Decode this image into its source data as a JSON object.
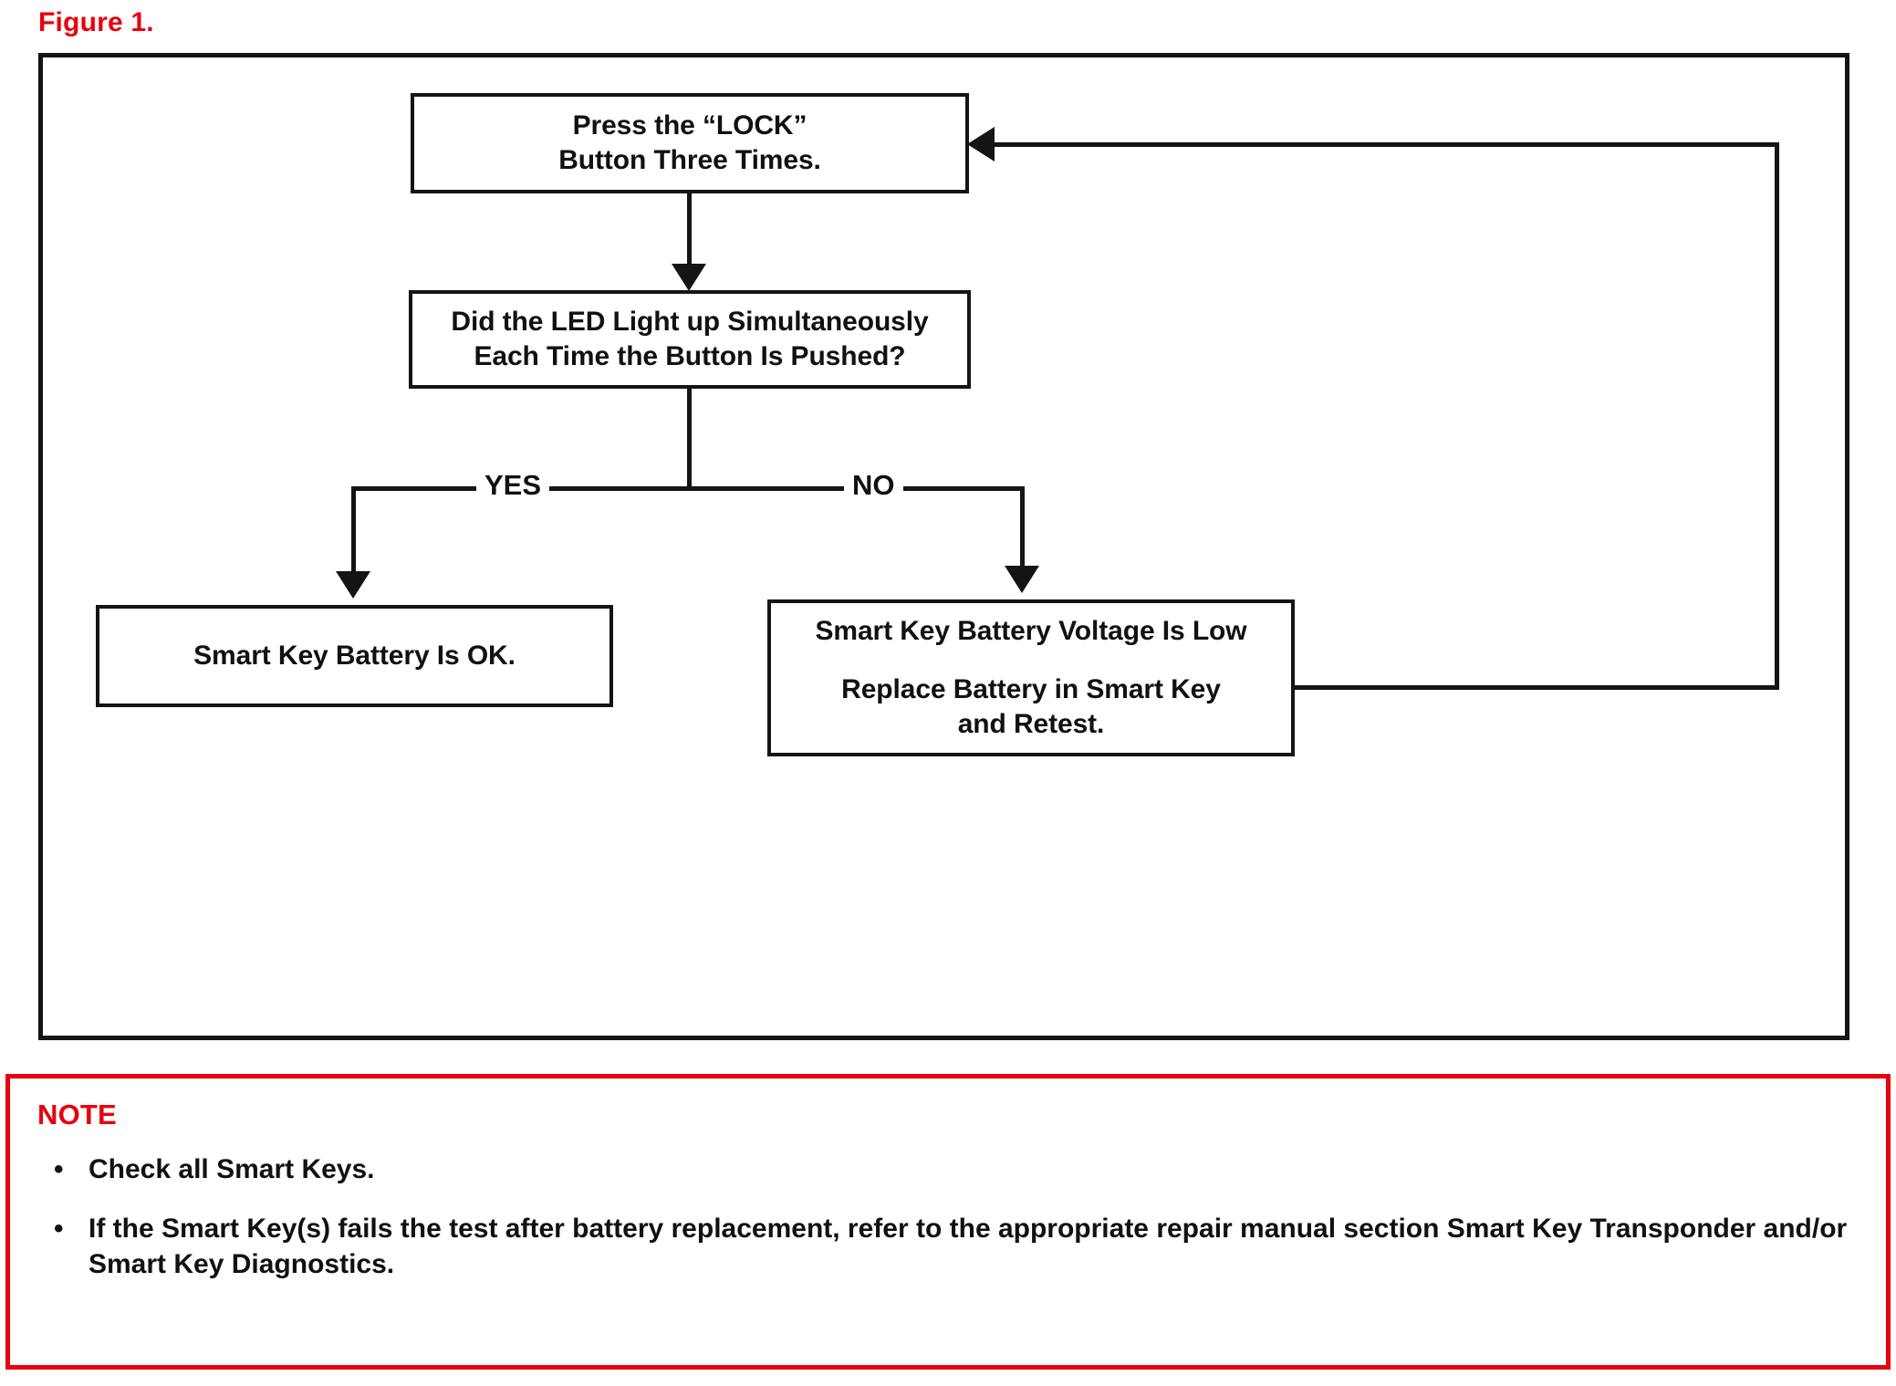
{
  "figure": {
    "label": "Figure 1.",
    "label_color": "#e8000d"
  },
  "flowchart": {
    "frame_color": "#141414",
    "boxes": {
      "press_lock": {
        "line1": "Press the “LOCK”",
        "line2": "Button Three Times."
      },
      "led_question": {
        "line1": "Did the LED Light up Simultaneously",
        "line2": "Each Time the Button Is Pushed?"
      },
      "battery_ok": {
        "line1": "Smart Key Battery Is OK."
      },
      "battery_low": {
        "line1": "Smart Key Battery Voltage Is Low",
        "line2": "Replace Battery in Smart Key",
        "line3": "and Retest."
      }
    },
    "branches": {
      "yes_label": "YES",
      "no_label": "NO"
    }
  },
  "note": {
    "heading": "NOTE",
    "heading_color": "#e8000d",
    "border_color": "#e8000d",
    "bullet_glyph": "•",
    "items": [
      "Check all Smart Keys.",
      "If the Smart Key(s) fails the test after battery replacement, refer to the appropriate repair manual section Smart Key Transponder and/or Smart Key Diagnostics."
    ]
  }
}
